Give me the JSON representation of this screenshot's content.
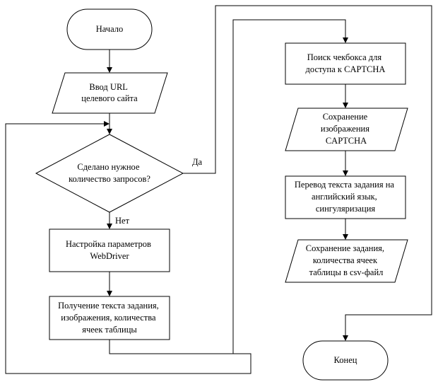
{
  "nodes": {
    "start": {
      "lines": [
        "Начало"
      ]
    },
    "enter_url": {
      "lines": [
        "Ввод URL",
        "целевого сайта"
      ]
    },
    "decision": {
      "lines": [
        "Сделано нужное",
        "количество запросов?"
      ]
    },
    "setup_webdriver": {
      "lines": [
        "Настройка параметров",
        "WebDriver"
      ]
    },
    "get_task": {
      "lines": [
        "Получение текста задания,",
        "изображения, количества",
        "ячеек таблицы"
      ]
    },
    "find_checkbox": {
      "lines": [
        "Поиск чекбокса для",
        "доступа к CAPTCHA"
      ]
    },
    "save_image": {
      "lines": [
        "Сохранение",
        "изображения",
        "CAPTCHA"
      ]
    },
    "translate": {
      "lines": [
        "Перевод текста задания на",
        "английский язык,",
        "сингуляризация"
      ]
    },
    "save_csv": {
      "lines": [
        "Сохранение задания,",
        "количества ячеек",
        "таблицы в csv-файл"
      ]
    },
    "end": {
      "lines": [
        "Конец"
      ]
    }
  },
  "edge_labels": {
    "yes": "Да",
    "no": "Нет"
  }
}
